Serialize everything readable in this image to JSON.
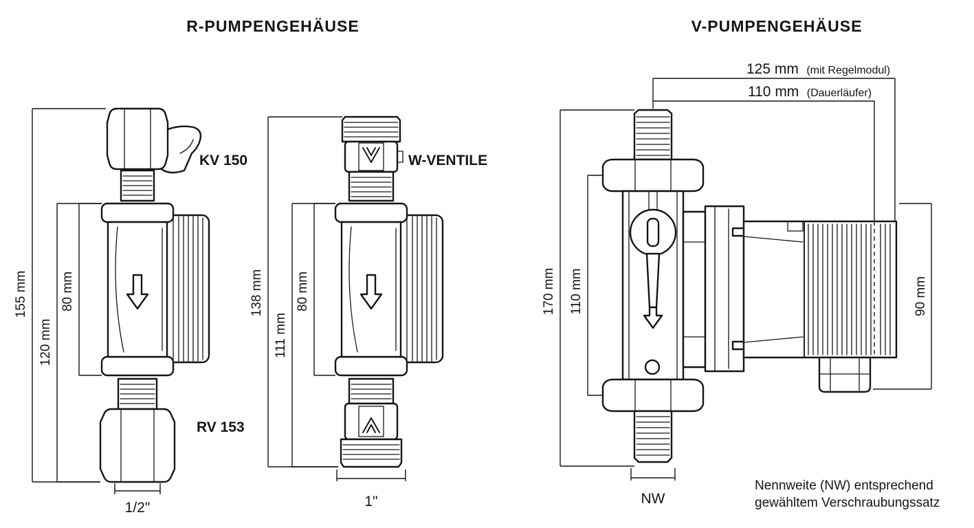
{
  "titles": {
    "left": "R-PUMPENGEHÄUSE",
    "right": "V-PUMPENGEHÄUSE"
  },
  "r_diagram": {
    "dim_total": "155 mm",
    "dim_with_rv": "120 mm",
    "dim_housing": "80 mm",
    "kv_label": "KV 150",
    "rv_label": "RV 153",
    "thread_size": "1/2\""
  },
  "w_diagram": {
    "dim_total": "138 mm",
    "dim_with_valve": "111 mm",
    "dim_housing": "80 mm",
    "valve_label": "W-VENTILE",
    "thread_size": "1\""
  },
  "v_diagram": {
    "dim_regelmodul": "125 mm",
    "dim_regelmodul_note": "(mit Regelmodul)",
    "dim_dauerlaeufer": "110 mm",
    "dim_dauerlaeufer_note": "(Dauerläufer)",
    "dim_total": "170 mm",
    "dim_between_nuts": "110 mm",
    "dim_pump": "90 mm",
    "thread_size": "NW",
    "note_line1": "Nennweite (NW) entsprechend",
    "note_line2": "gewähltem Verschraubungssatz"
  },
  "colors": {
    "line": "#151515",
    "background": "#ffffff"
  }
}
